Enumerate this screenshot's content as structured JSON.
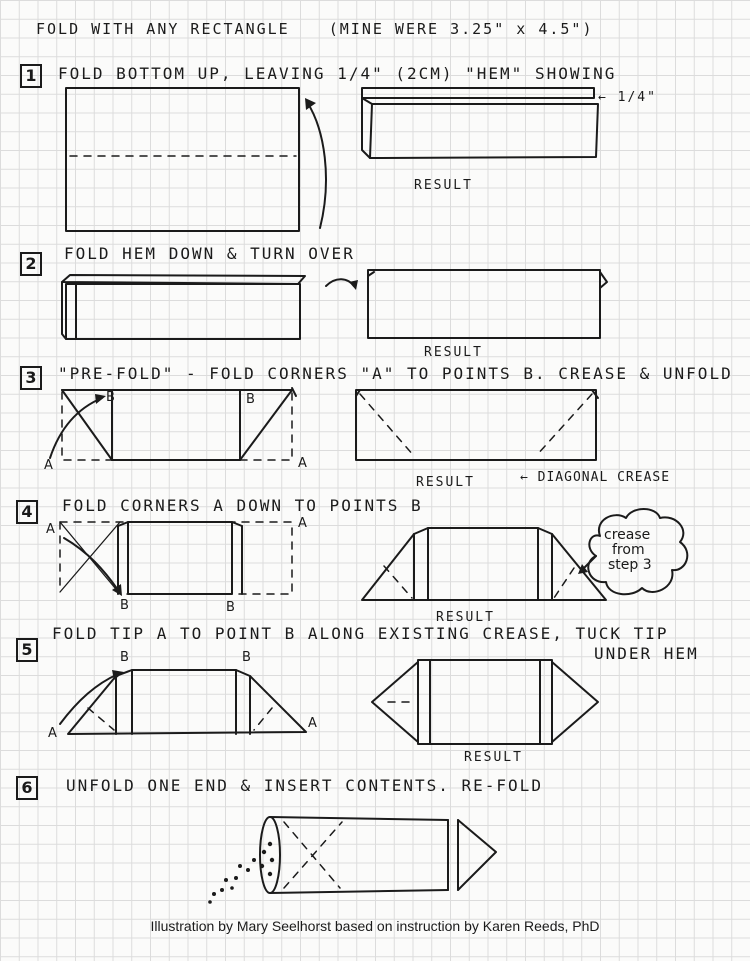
{
  "header": {
    "title": "FOLD WITH ANY RECTANGLE",
    "note": "(MINE WERE 3.25\" x 4.5\")"
  },
  "steps": [
    {
      "num": "1",
      "text": "FOLD BOTTOM UP, LEAVING 1/4\" (2CM) \"HEM\" SHOWING",
      "callout": "← 1/4\"",
      "result": "RESULT"
    },
    {
      "num": "2",
      "text": "FOLD HEM DOWN & TURN OVER",
      "result": "RESULT"
    },
    {
      "num": "3",
      "text": "\"PRE-FOLD\" - FOLD CORNERS \"A\" TO POINTS B. CREASE & UNFOLD",
      "result": "RESULT",
      "callout": "← DIAGONAL CREASE"
    },
    {
      "num": "4",
      "text": "FOLD CORNERS A DOWN TO POINTS B",
      "result": "RESULT",
      "cloud": [
        "crease",
        "from",
        "step 3"
      ]
    },
    {
      "num": "5",
      "text": "FOLD TIP A TO POINT B ALONG EXISTING CREASE, TUCK TIP",
      "text2": "UNDER HEM",
      "result": "RESULT"
    },
    {
      "num": "6",
      "text": "UNFOLD ONE END & INSERT CONTENTS. RE-FOLD"
    }
  ],
  "labels": {
    "a": "A",
    "b": "B"
  },
  "caption": "Illustration by Mary Seelhorst based on instruction by Karen Reeds, PhD"
}
